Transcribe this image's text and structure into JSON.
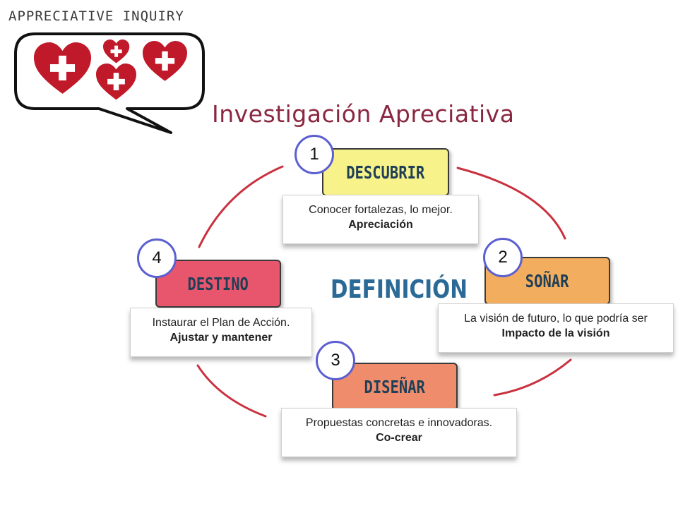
{
  "tagline": "APPRECIATIVE INQUIRY",
  "title": "Investigación Apreciativa",
  "center_label": "DEFINICIÓN",
  "colors": {
    "arc": "#c9313f",
    "heart": "#c0192a",
    "title": "#8a2740",
    "center": "#2b6a97",
    "badge_border": "#5b5fd0"
  },
  "icons": [
    "speech-bubble-icon",
    "heart-plus-icon"
  ],
  "stages": [
    {
      "number": "1",
      "name": "DESCUBRIR",
      "description": "Conocer fortalezas,  lo mejor.",
      "keyword": "Apreciación",
      "color": "#f7f28a"
    },
    {
      "number": "2",
      "name": "SOÑAR",
      "description": "La visión de futuro, lo que podría ser",
      "keyword": "Impacto de la visión",
      "color": "#f3ad5e"
    },
    {
      "number": "3",
      "name": "DISEÑAR",
      "description": "Propuestas concretas e innovadoras.",
      "keyword": "Co-crear",
      "color": "#ef8c6c"
    },
    {
      "number": "4",
      "name": "DESTINO",
      "description": "Instaurar el Plan de Acción.",
      "keyword": "Ajustar y mantener",
      "color": "#e8566d"
    }
  ]
}
